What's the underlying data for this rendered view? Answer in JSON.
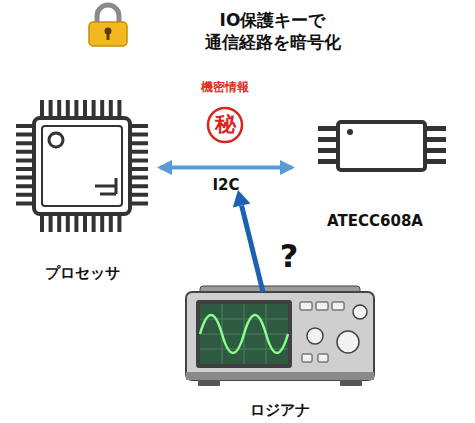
{
  "diagram": {
    "title": "IO保護キーで 通信経路を暗号化",
    "nodes": [
      {
        "text": [
          "プロセッサ"
        ]
      },
      {
        "text": [
          "ATECC608A"
        ]
      },
      {
        "text": [
          "ロジアナ"
        ]
      }
    ],
    "edges": [
      {
        "from": 0,
        "to": 1,
        "arrow": "both",
        "label": "I2C"
      }
    ],
    "labels": [
      "機密情報",
      "秘",
      "?"
    ]
  }
}
